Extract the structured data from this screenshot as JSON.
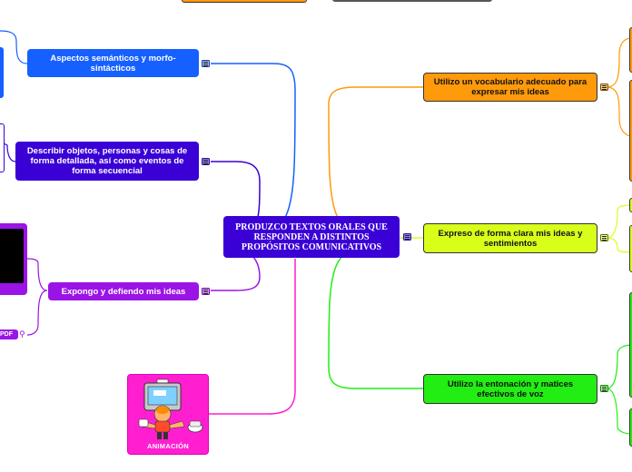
{
  "central": {
    "label": "PRODUZCO TEXTOS ORALES QUE RESPONDEN A DISTINTOS PROPÓSITOS COMUNICATIVOS"
  },
  "left_branches": [
    {
      "label": "Aspectos semánticos y morfo-sintácticos",
      "color": "#1560ff"
    },
    {
      "label": "Describir objetos, personas y cosas de forma detallada, así como eventos de forma secuencial",
      "color": "#3a00d6"
    },
    {
      "label": "Expongo y defiendo mis ideas",
      "color": "#9b14e6"
    }
  ],
  "right_branches": [
    {
      "label": "Utilizo un vocabulario adecuado para expresar mis ideas",
      "color": "#ff9a0a"
    },
    {
      "label": "Expreso de forma clara mis ideas y sentimientos",
      "color": "#d8ff1a"
    },
    {
      "label": "Utilizo la entonación y matices efectivos de voz",
      "color": "#22ee14"
    }
  ],
  "attachment": {
    "label": "PDF"
  },
  "image_card": {
    "label": "ANIMACIÓN",
    "icon": "cartoon-computer-icon"
  },
  "colors": {
    "magenta": "#ff1fd0"
  }
}
